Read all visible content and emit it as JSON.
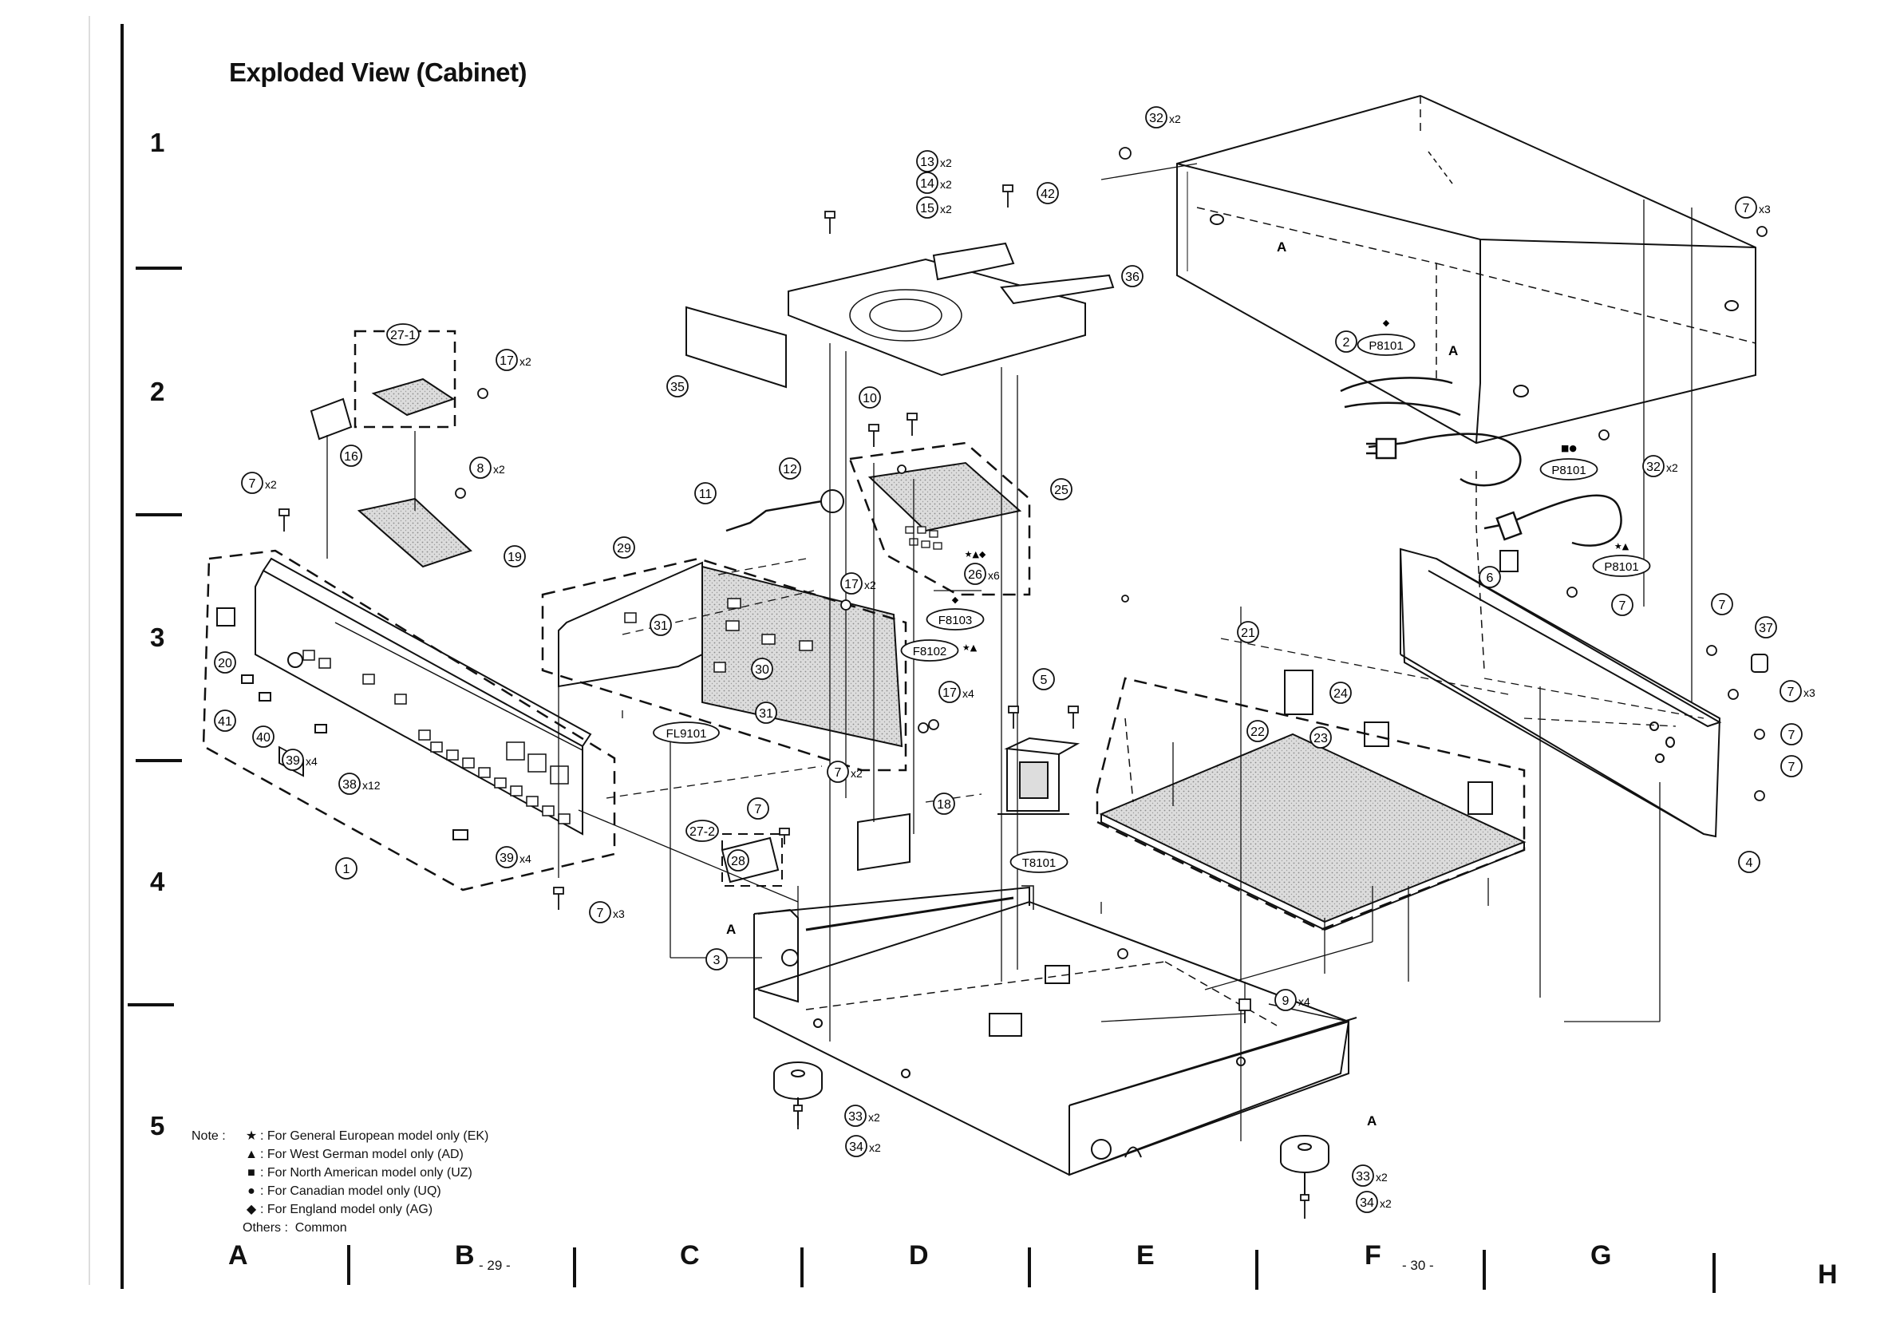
{
  "title": "Exploded View (Cabinet)",
  "row_numbers": [
    "1",
    "2",
    "3",
    "4",
    "5"
  ],
  "column_letters": [
    "A",
    "B",
    "C",
    "D",
    "E",
    "F",
    "G",
    "H"
  ],
  "page_numbers": [
    "- 29 -",
    "- 30 -"
  ],
  "notes": {
    "heading": "Note :",
    "items": [
      {
        "symbol": "★",
        "text": ": For General European model only (EK)"
      },
      {
        "symbol": "▲",
        "text": ": For West German model only (AD)"
      },
      {
        "symbol": "■",
        "text": ": For North American model only (UZ)"
      },
      {
        "symbol": "●",
        "text": ": For Canadian model only (UQ)"
      },
      {
        "symbol": "◆",
        "text": ": For England model only (AG)"
      }
    ],
    "others_label": "Others :",
    "others_text": "Common"
  },
  "callouts": [
    {
      "label": "1",
      "qty": ""
    },
    {
      "label": "2",
      "qty": ""
    },
    {
      "label": "3",
      "qty": ""
    },
    {
      "label": "4",
      "qty": ""
    },
    {
      "label": "5",
      "qty": ""
    },
    {
      "label": "6",
      "qty": ""
    },
    {
      "label": "7",
      "qty": "x3"
    },
    {
      "label": "7",
      "qty": "x2"
    },
    {
      "label": "7",
      "qty": ""
    },
    {
      "label": "7",
      "qty": ""
    },
    {
      "label": "7",
      "qty": "x3"
    },
    {
      "label": "7",
      "qty": ""
    },
    {
      "label": "7",
      "qty": ""
    },
    {
      "label": "7",
      "qty": ""
    },
    {
      "label": "7",
      "qty": "x2"
    },
    {
      "label": "7",
      "qty": "x3"
    },
    {
      "label": "8",
      "qty": "x2"
    },
    {
      "label": "9",
      "qty": "x4"
    },
    {
      "label": "10",
      "qty": ""
    },
    {
      "label": "11",
      "qty": ""
    },
    {
      "label": "12",
      "qty": ""
    },
    {
      "label": "13",
      "qty": "x2"
    },
    {
      "label": "14",
      "qty": "x2"
    },
    {
      "label": "15",
      "qty": "x2"
    },
    {
      "label": "16",
      "qty": ""
    },
    {
      "label": "17",
      "qty": "x2"
    },
    {
      "label": "17",
      "qty": "x2"
    },
    {
      "label": "17",
      "qty": "x4"
    },
    {
      "label": "18",
      "qty": ""
    },
    {
      "label": "19",
      "qty": ""
    },
    {
      "label": "20",
      "qty": ""
    },
    {
      "label": "21",
      "qty": ""
    },
    {
      "label": "22",
      "qty": ""
    },
    {
      "label": "23",
      "qty": ""
    },
    {
      "label": "24",
      "qty": ""
    },
    {
      "label": "25",
      "qty": ""
    },
    {
      "label": "26",
      "qty": "x6"
    },
    {
      "label": "27-1",
      "qty": ""
    },
    {
      "label": "27-2",
      "qty": ""
    },
    {
      "label": "28",
      "qty": ""
    },
    {
      "label": "29",
      "qty": ""
    },
    {
      "label": "30",
      "qty": ""
    },
    {
      "label": "31",
      "qty": ""
    },
    {
      "label": "31",
      "qty": ""
    },
    {
      "label": "32",
      "qty": "x2"
    },
    {
      "label": "32",
      "qty": "x2"
    },
    {
      "label": "33",
      "qty": "x2"
    },
    {
      "label": "33",
      "qty": "x2"
    },
    {
      "label": "34",
      "qty": "x2"
    },
    {
      "label": "34",
      "qty": "x2"
    },
    {
      "label": "35",
      "qty": ""
    },
    {
      "label": "36",
      "qty": ""
    },
    {
      "label": "37",
      "qty": ""
    },
    {
      "label": "38",
      "qty": "x12"
    },
    {
      "label": "39",
      "qty": "x4"
    },
    {
      "label": "39",
      "qty": "x4"
    },
    {
      "label": "40",
      "qty": ""
    },
    {
      "label": "41",
      "qty": ""
    },
    {
      "label": "42",
      "qty": ""
    },
    {
      "label": "FL9101",
      "qty": ""
    },
    {
      "label": "F8103",
      "qty": ""
    },
    {
      "label": "F8102",
      "qty": ""
    },
    {
      "label": "T8101",
      "qty": ""
    },
    {
      "label": "P8101",
      "qty": ""
    },
    {
      "label": "P8101",
      "qty": ""
    },
    {
      "label": "P8101",
      "qty": ""
    }
  ],
  "callout_marks": [
    "◆",
    "■●",
    "★▲",
    "★▲◆",
    "◆",
    "★▲"
  ],
  "reference_letters": [
    "A",
    "A",
    "A",
    "A"
  ]
}
